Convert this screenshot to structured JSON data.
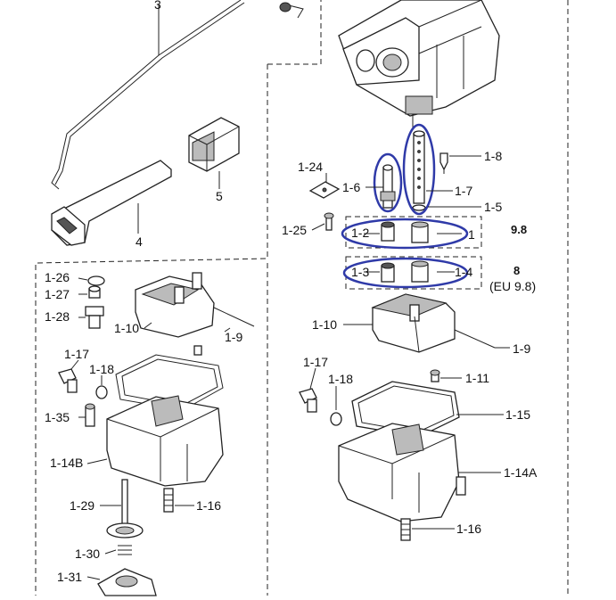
{
  "labels": {
    "p3": "3",
    "p4": "4",
    "p5": "5",
    "p1_24": "1-24",
    "p1_6": "1-6",
    "p1_7": "1-7",
    "p1_8": "1-8",
    "p1_5": "1-5",
    "p1_25": "1-25",
    "p1_2": "1-2",
    "p1": "1",
    "p9_8": "9.8",
    "p1_3": "1-3",
    "p1_4": "1-4",
    "p8": "8",
    "eu": "(EU 9.8)",
    "p1_26": "1-26",
    "p1_27": "1-27",
    "p1_28": "1-28",
    "p1_10a": "1-10",
    "p1_9a": "1-9",
    "p1_17a": "1-17",
    "p1_18a": "1-18",
    "p1_35": "1-35",
    "p1_14b": "1-14B",
    "p1_29": "1-29",
    "p1_16a": "1-16",
    "p1_30": "1-30",
    "p1_31": "1-31",
    "p1_10b": "1-10",
    "p1_9b": "1-9",
    "p1_17b": "1-17",
    "p1_18b": "1-18",
    "p1_11": "1-11",
    "p1_15": "1-15",
    "p1_14a": "1-14A",
    "p1_16b": "1-16"
  },
  "highlight_color": "#2f3aa8"
}
